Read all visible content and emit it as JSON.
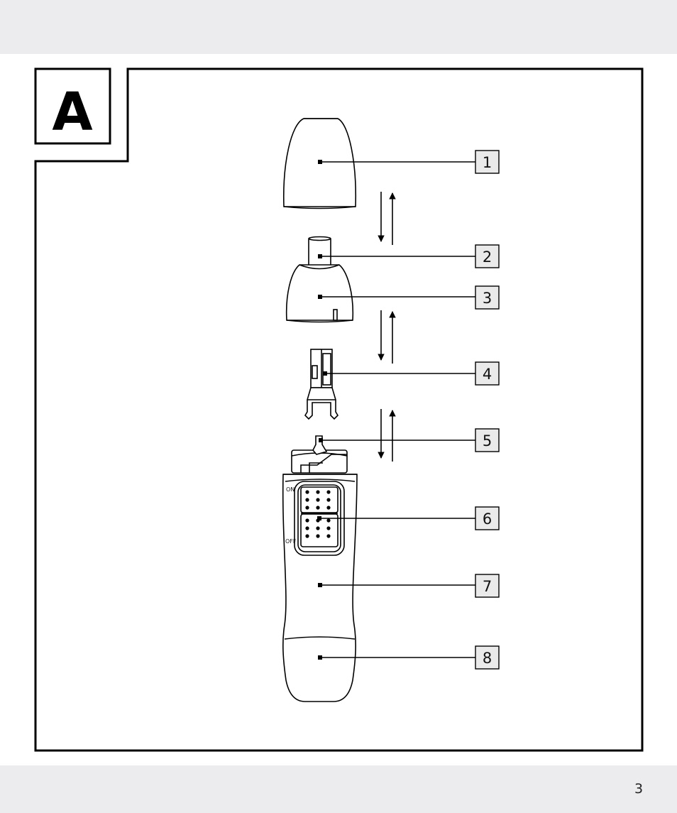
{
  "section": {
    "letter": "A"
  },
  "parts": [
    {
      "number": "1"
    },
    {
      "number": "2"
    },
    {
      "number": "3"
    },
    {
      "number": "4"
    },
    {
      "number": "5"
    },
    {
      "number": "6"
    },
    {
      "number": "7"
    },
    {
      "number": "8"
    }
  ],
  "switch": {
    "on_label": "ON",
    "off_label": "OFF"
  },
  "footer": {
    "page_number": "3"
  }
}
